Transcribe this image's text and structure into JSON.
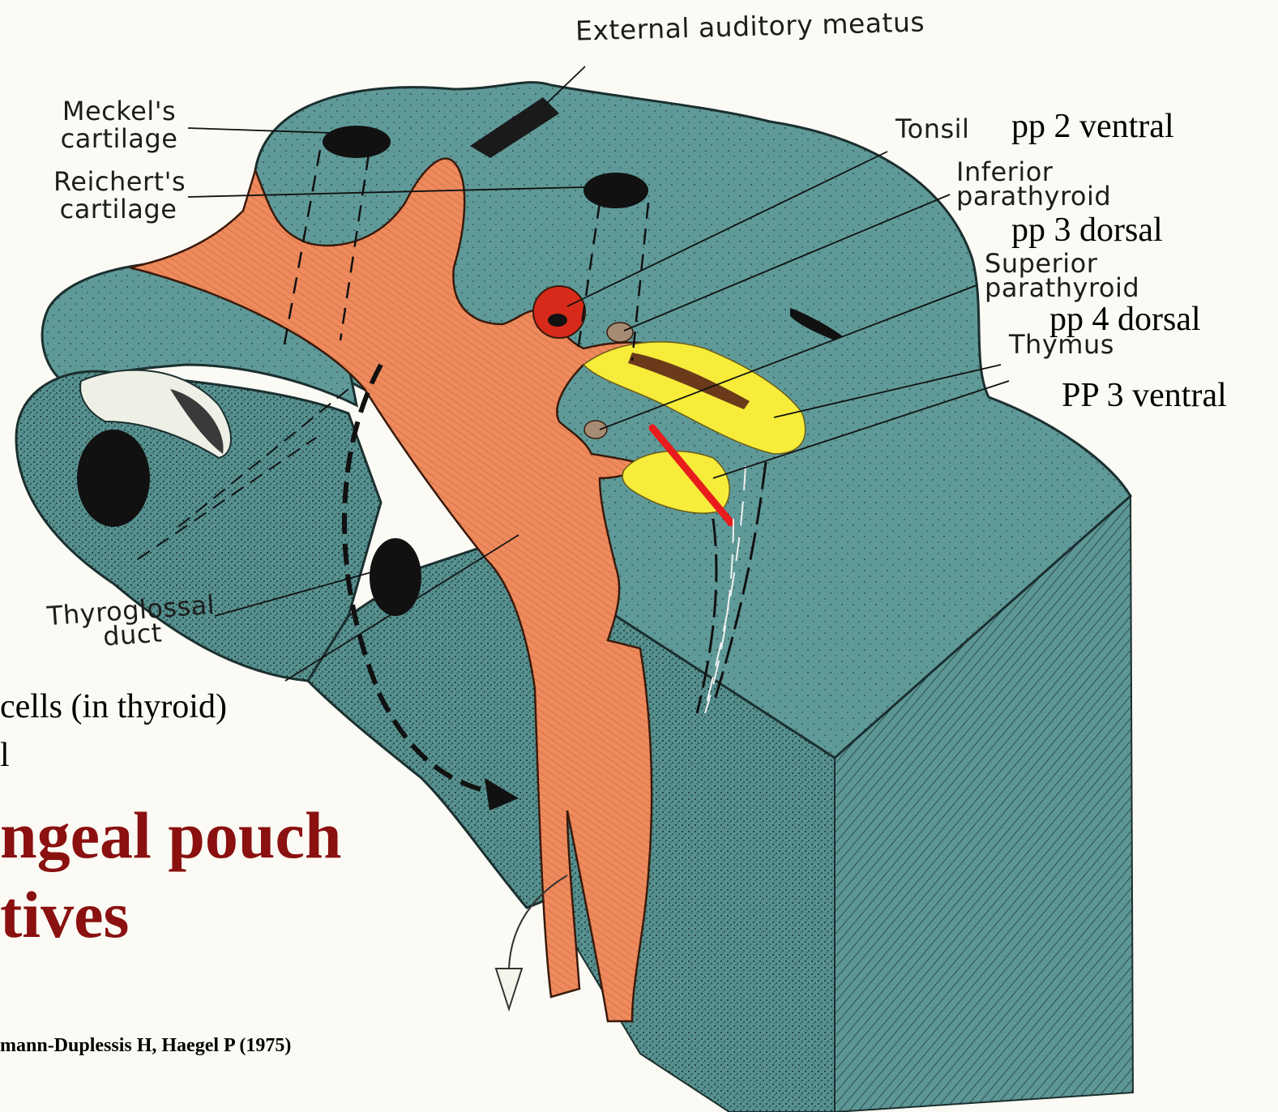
{
  "labels": {
    "external_auditory_meatus": "External auditory meatus",
    "meckels_1": "Meckel's",
    "meckels_2": "cartilage",
    "reicherts_1": "Reichert's",
    "reicherts_2": "cartilage",
    "tonsil": "Tonsil",
    "inferior_1": "Inferior",
    "inferior_2": "parathyroid",
    "superior_1": "Superior",
    "superior_2": "parathyroid",
    "thymus": "Thymus",
    "thyroglossal_1": "Thyroglossal",
    "thyroglossal_2": "duct"
  },
  "annotations": {
    "pp2_ventral": "pp 2 ventral",
    "pp3_dorsal": "pp 3 dorsal",
    "pp4_dorsal": "pp 4 dorsal",
    "pp3_ventral": "PP 3 ventral",
    "cells_line": "cells (in thyroid)",
    "partial_l": "l"
  },
  "title": {
    "line1": "ngeal pouch",
    "line2": "tives"
  },
  "citation": "mann-Duplessis H, Haegel P (1975)",
  "colors": {
    "tissue": "#5f9a98",
    "tissue_dark": "#4e8685",
    "endoderm": "#ee8a5c",
    "gland_yellow": "#f7ec3a",
    "tonsil_red": "#d72a1a",
    "title_red": "#8b1010",
    "red_line": "#e81c1c"
  }
}
